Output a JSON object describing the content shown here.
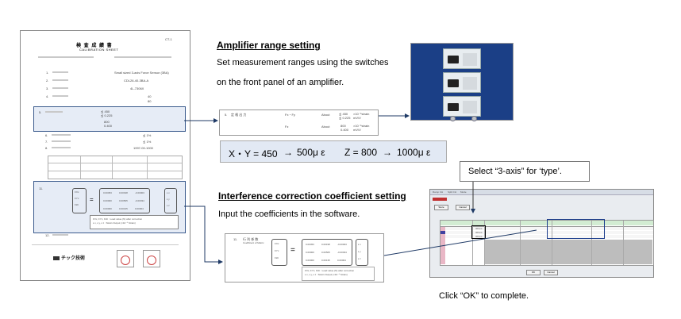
{
  "sheet": {
    "title_jp": "検 査 成 績 書",
    "title_en": "CALIBRATION SHEET",
    "corner_code": "CT-1",
    "sensor_type": "Small sized 3-axis Force Sensor (3BA)",
    "model": "CDL26-40-3BA-A",
    "serial": "4L-7306X",
    "capacity_x": "40",
    "capacity_z": "80",
    "output_x": "≦ 450",
    "output_x2": "≦ 0.225",
    "output_z": "800",
    "output_z2": "0.400",
    "interference_x": "≦ 1%",
    "interference_z": "≦ 1%",
    "date": "1997-00-1000",
    "matrix_row_labels": [
      "FXc",
      "FYc",
      "FZc"
    ],
    "matrix": [
      [
        "0.00453",
        "0.00198",
        "-0.00003"
      ],
      [
        "0.00000",
        "0.00505",
        "-0.00034"
      ],
      [
        "0.00000",
        "0.00135",
        "0.00004"
      ]
    ],
    "vector_labels": [
      "ε x",
      "ε y",
      "ε z"
    ],
    "footer_legend": [
      "FXc, FYc, FZc : Load value (N) after correction",
      "ε x, ε y, ε z : Strain Output (×10⁻⁶ Strain)"
    ],
    "company": "チック技術"
  },
  "amp": {
    "heading": "Amplifier range setting",
    "desc_line1": "Set measurement ranges using the switches",
    "desc_line2": "on the front panel of an amplifier."
  },
  "range_snippet": {
    "number": "5.",
    "label": "定 格 出 力",
    "row1_axis": "Fx・Fy",
    "row1_about": "About",
    "row1_val": "≦ 450",
    "row1_val2": "≦ 0.225",
    "row2_axis": "Fz",
    "row2_about": "About",
    "row2_val": "800",
    "row2_val2": "0.400",
    "unit": "×10⁻⁶strain",
    "unit2": "mV/V"
  },
  "equation": {
    "xy_label": "X・Y = 450",
    "xy_value": "500μ ε",
    "z_label": "Z = 800",
    "z_value": "1000μ ε",
    "arrow": "→"
  },
  "interference": {
    "heading": "Interference correction coefficient setting",
    "desc": "Input the coefficients in the software."
  },
  "matrix_snippet": {
    "number": "11.",
    "label": "行 列 係 数",
    "sublabel": "Coefficient of Matrix",
    "equals": "="
  },
  "callout": {
    "text": "Select “3-axis” for ‘type’."
  },
  "software": {
    "tab_labels": [
      "Ramp CH",
      "Split CH",
      "Mode"
    ],
    "buttons": [
      "Store",
      "Cancel"
    ],
    "ok_label": "OK",
    "cancel_label": "Cancel",
    "type_values": [
      "3Point",
      "3Point",
      "3Point"
    ]
  },
  "complete_text": "Click “OK” to complete."
}
